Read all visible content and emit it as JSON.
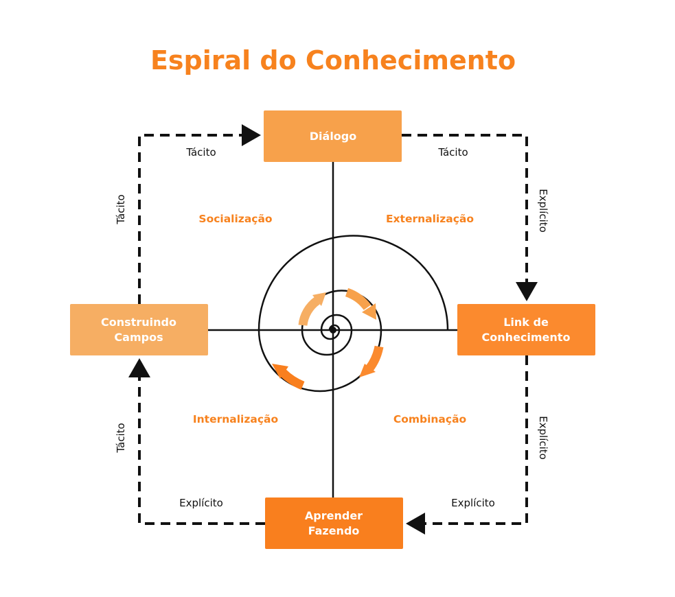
{
  "title": "Espiral do Conhecimento",
  "colors": {
    "accent": "#F7821E",
    "box_top": "#F7A14B",
    "box_left": "#F6AE63",
    "box_right": "#FB8A2E",
    "box_bottom": "#F97F1E"
  },
  "boxes": {
    "top": {
      "lines": [
        "Diálogo"
      ]
    },
    "left": {
      "lines": [
        "Construindo",
        "Campos"
      ]
    },
    "right": {
      "lines": [
        "Link de",
        "Conhecimento"
      ]
    },
    "bottom": {
      "lines": [
        "Aprender",
        "Fazendo"
      ]
    }
  },
  "quadrants": {
    "top_left": "Socialização",
    "top_right": "Externalização",
    "bottom_left": "Internalização",
    "bottom_right": "Combinação"
  },
  "flow_labels": {
    "top_left": "Tácito",
    "top_right": "Tácito",
    "left_upper": "Tácito",
    "left_lower": "Tácito",
    "right_upper": "Explícito",
    "right_lower": "Explícito",
    "bottom_left": "Explícito",
    "bottom_right": "Explícito"
  }
}
